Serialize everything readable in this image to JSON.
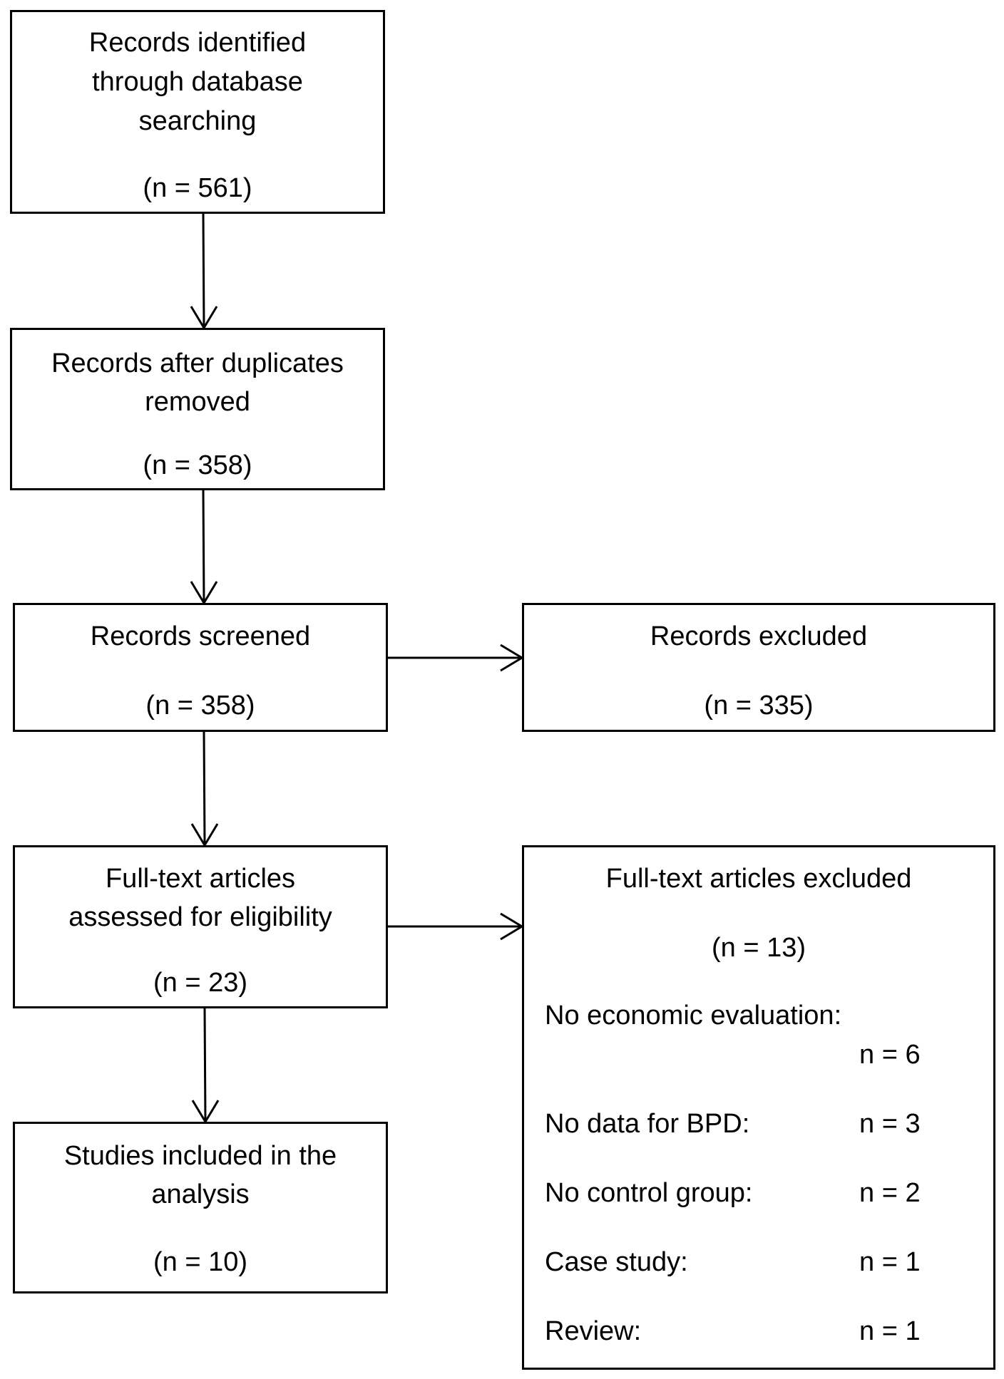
{
  "identified": {
    "line1": "Records identified",
    "line2": "through database",
    "line3": "searching",
    "count": "(n = 561)"
  },
  "dedup": {
    "line1": "Records after duplicates",
    "line2": "removed",
    "count": "(n = 358)"
  },
  "screened": {
    "line1": "Records screened",
    "count": "(n = 358)"
  },
  "excluded": {
    "line1": "Records excluded",
    "count": "(n = 335)"
  },
  "fulltext": {
    "line1": "Full-text articles",
    "line2": "assessed for eligibility",
    "count": "(n = 23)"
  },
  "fulltext_excluded": {
    "title": "Full-text articles excluded",
    "count": "(n = 13)",
    "reasons": [
      {
        "label": "No economic evaluation:",
        "value": "n = 6"
      },
      {
        "label": "No data for BPD:",
        "value": "n = 3"
      },
      {
        "label": "No control group:",
        "value": "n = 2"
      },
      {
        "label": "Case study:",
        "value": "n = 1"
      },
      {
        "label": "Review:",
        "value": "n = 1"
      }
    ]
  },
  "included": {
    "line1": "Studies included in the",
    "line2": "analysis",
    "count": "(n = 10)"
  }
}
